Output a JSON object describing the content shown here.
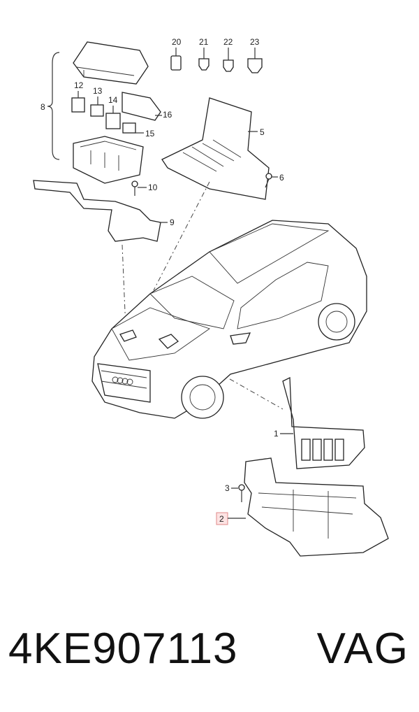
{
  "callouts": {
    "c1": "1",
    "c2": "2",
    "c3": "3",
    "c5": "5",
    "c6": "6",
    "c8": "8",
    "c9": "9",
    "c10": "10",
    "c12": "12",
    "c13": "13",
    "c14": "14",
    "c15": "15",
    "c16": "16",
    "c20": "20",
    "c21": "21",
    "c22": "22",
    "c23": "23"
  },
  "highlighted_callout": "2",
  "highlight_color": "#fde3e3",
  "footer": {
    "part_number": "4KE907113",
    "brand": "VAG"
  }
}
